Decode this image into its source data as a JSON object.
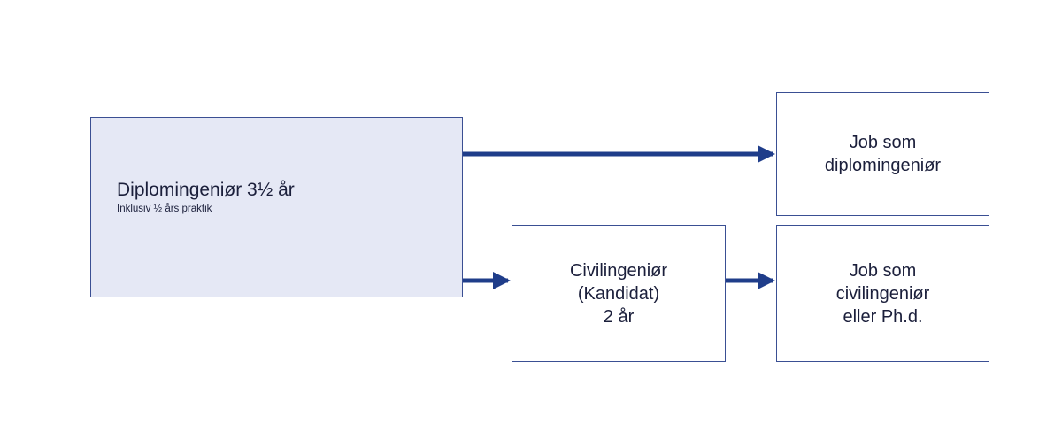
{
  "colors": {
    "arrow": "#1f3d8a",
    "box_border": "#3a4f93",
    "highlight_fill": "#e5e8f5"
  },
  "diploma_box": {
    "title": "Diplomingeniør  3½ år",
    "subtitle": "Inklusiv ½ års praktik"
  },
  "job_diploma_box": {
    "lines": [
      "Job som",
      "diplomingeniør"
    ]
  },
  "civil_box": {
    "lines": [
      "Civilingeniør",
      "(Kandidat)",
      "2 år"
    ]
  },
  "job_civil_box": {
    "lines": [
      "Job som",
      "civilingeniør",
      "eller Ph.d."
    ]
  }
}
